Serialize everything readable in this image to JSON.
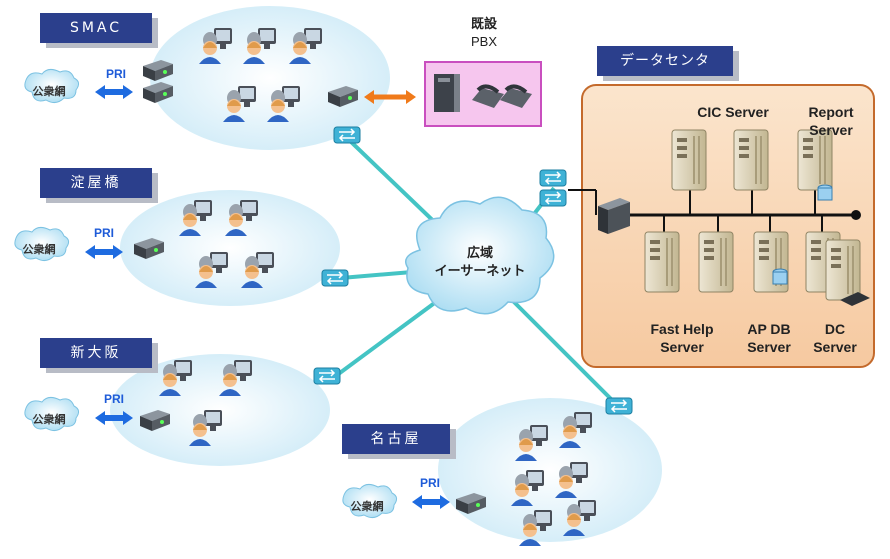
{
  "sites": [
    {
      "id": "smac",
      "label": "SMAC"
    },
    {
      "id": "yodoyabashi",
      "label": "淀屋橋"
    },
    {
      "id": "shinosaka",
      "label": "新大阪"
    },
    {
      "id": "nagoya",
      "label": "名古屋"
    }
  ],
  "datacenter": {
    "label": "データセンタ",
    "servers": {
      "cic": "CIC Server",
      "report": "Report Server",
      "fasthelp": "Fast Help Server",
      "apdb": "AP DB Server",
      "dc": "DC Server"
    }
  },
  "pbx": {
    "title_line1": "既設",
    "title_line2": "PBX"
  },
  "wan": {
    "line1": "広域",
    "line2": "イーサーネット"
  },
  "pstn_label": "公衆網",
  "pri_label": "PRI",
  "colors": {
    "site_label_bg": "#2b3f8c",
    "cluster_fill": "#dff2fb",
    "wan_link": "#44c4c4",
    "datacenter_fill": "#f8d6b3",
    "datacenter_border": "#c46a2c",
    "pbx_fill": "#f6c6ee",
    "pbx_border": "#c94fbf",
    "pbx_link": "#f07a1a",
    "pri_arrow": "#1e6be0"
  },
  "icons": [
    "cloud-icon",
    "router-icon",
    "switch-icon",
    "operator-icon",
    "server-icon",
    "phone-icon",
    "pbx-icon"
  ]
}
